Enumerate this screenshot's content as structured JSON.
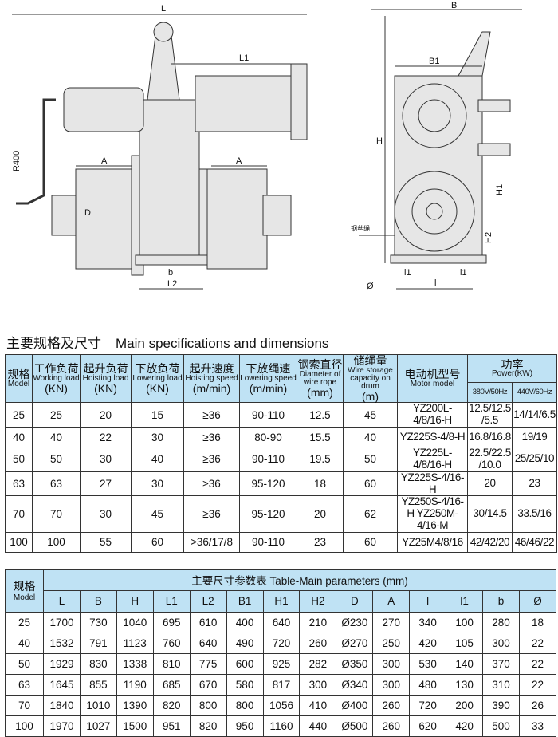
{
  "drawing_labels": {
    "L": "L",
    "L1": "L1",
    "A": "A",
    "D": "D",
    "R400": "R400",
    "b": "b",
    "L2": "L2",
    "B": "B",
    "B1": "B1",
    "H": "H",
    "H1": "H1",
    "H2": "H2",
    "phi": "Ø",
    "l": "l",
    "l1": "l1",
    "rope": "钢丝绳"
  },
  "title": {
    "cn": "主要规格及尺寸",
    "en": "Main specifications and dimensions"
  },
  "spec_table": {
    "headers": [
      {
        "cn": "规格",
        "en": "Model"
      },
      {
        "cn": "工作负荷",
        "en": "Working load",
        "unit": "(KN)"
      },
      {
        "cn": "起升负荷",
        "en": "Hoisting load",
        "unit": "(KN)"
      },
      {
        "cn": "下放负荷",
        "en": "Lowering load",
        "unit": "(KN)"
      },
      {
        "cn": "起升速度",
        "en": "Hoisting speed",
        "unit": "(m/min)"
      },
      {
        "cn": "下放绳速",
        "en": "Lowering speed",
        "unit": "(m/min)"
      },
      {
        "cn": "钢索直径",
        "en": "Diameter of wire rope",
        "unit": "(mm)"
      },
      {
        "cn": "储绳量",
        "en": "Wire storage capacity on drum",
        "unit": "(m)"
      },
      {
        "cn": "电动机型号",
        "en": "Motor model"
      },
      {
        "cn": "功率",
        "en": "Power(KW)",
        "sub": [
          "380V/50Hz",
          "440V/60Hz"
        ]
      }
    ],
    "rows": [
      [
        "25",
        "25",
        "20",
        "15",
        "≥36",
        "90-110",
        "12.5",
        "45",
        "YZ200L-4/8/16-H",
        "12.5/12.5/5.5",
        "14/14/6.5"
      ],
      [
        "40",
        "40",
        "22",
        "30",
        "≥36",
        "80-90",
        "15.5",
        "40",
        "YZ225S-4/8-H",
        "16.8/16.8",
        "19/19"
      ],
      [
        "50",
        "50",
        "30",
        "40",
        "≥36",
        "90-110",
        "19.5",
        "50",
        "YZ225L-4/8/16-H",
        "22.5/22.5/10.0",
        "25/25/10"
      ],
      [
        "63",
        "63",
        "27",
        "30",
        "≥36",
        "95-120",
        "18",
        "60",
        "YZ225S-4/16-H",
        "20",
        "23"
      ],
      [
        "70",
        "70",
        "30",
        "45",
        "≥36",
        "95-120",
        "20",
        "62",
        "YZ250S-4/16-H YZ250M-4/16-M",
        "30/14.5",
        "33.5/16"
      ],
      [
        "100",
        "100",
        "55",
        "60",
        ">36/17/8",
        "90-110",
        "23",
        "60",
        "YZ25M4/8/16",
        "42/42/20",
        "46/46/22"
      ]
    ]
  },
  "dim_table": {
    "model": {
      "cn": "规格",
      "en": "Model"
    },
    "caption": "主要尺寸参数表 Table-Main parameters (mm)",
    "columns": [
      "L",
      "B",
      "H",
      "L1",
      "L2",
      "B1",
      "H1",
      "H2",
      "D",
      "A",
      "l",
      "l1",
      "b",
      "Ø"
    ],
    "rows": [
      [
        "25",
        "1700",
        "730",
        "1040",
        "695",
        "610",
        "400",
        "640",
        "210",
        "Ø230",
        "270",
        "340",
        "100",
        "280",
        "18"
      ],
      [
        "40",
        "1532",
        "791",
        "1123",
        "760",
        "640",
        "490",
        "720",
        "260",
        "Ø270",
        "250",
        "420",
        "105",
        "300",
        "22"
      ],
      [
        "50",
        "1929",
        "830",
        "1338",
        "810",
        "775",
        "600",
        "925",
        "282",
        "Ø350",
        "300",
        "530",
        "140",
        "370",
        "22"
      ],
      [
        "63",
        "1645",
        "855",
        "1190",
        "685",
        "670",
        "580",
        "817",
        "300",
        "Ø340",
        "300",
        "480",
        "130",
        "310",
        "22"
      ],
      [
        "70",
        "1840",
        "1010",
        "1390",
        "820",
        "800",
        "800",
        "1056",
        "410",
        "Ø400",
        "260",
        "720",
        "200",
        "390",
        "26"
      ],
      [
        "100",
        "1970",
        "1027",
        "1500",
        "951",
        "820",
        "950",
        "1160",
        "440",
        "Ø500",
        "260",
        "620",
        "420",
        "500",
        "33"
      ]
    ]
  },
  "colors": {
    "header_bg": "#bfe2f4",
    "line": "#333333",
    "machine": "#e6e6e6"
  }
}
